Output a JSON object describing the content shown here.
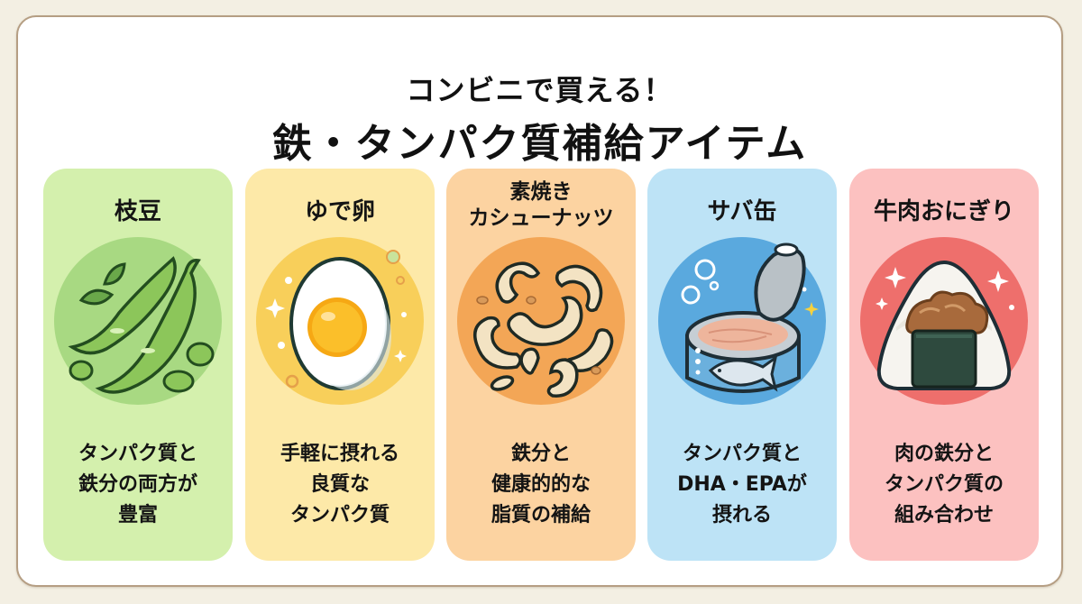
{
  "header": {
    "subtitle": "コンビニで買える！",
    "title": "鉄・タンパク質補給アイテム"
  },
  "cards": [
    {
      "name": "枝豆",
      "title_lines": [
        "枝豆"
      ],
      "icon": "edamame-icon",
      "desc_lines": [
        "タンパク質と",
        "鉄分の両方が",
        "豊富"
      ],
      "bg": "#d4f0ad",
      "circle": "#a8d982"
    },
    {
      "name": "ゆで卵",
      "title_lines": [
        "ゆで卵"
      ],
      "icon": "boiled-egg-icon",
      "desc_lines": [
        "手軽に摂れる",
        "良質な",
        "タンパク質"
      ],
      "bg": "#fde9a8",
      "circle": "#f8cf5a"
    },
    {
      "name": "素焼きカシューナッツ",
      "title_lines": [
        "素焼き",
        "カシューナッツ"
      ],
      "icon": "cashew-nuts-icon",
      "desc_lines": [
        "鉄分と",
        "健康的的な",
        "脂質の補給"
      ],
      "bg": "#fcd3a1",
      "circle": "#f3a656"
    },
    {
      "name": "サバ缶",
      "title_lines": [
        "サバ缶"
      ],
      "icon": "mackerel-can-icon",
      "desc_lines": [
        "タンパク質と",
        "DHA・EPAが",
        "摂れる"
      ],
      "bg": "#bde3f6",
      "circle": "#5aa9de"
    },
    {
      "name": "牛肉おにぎり",
      "title_lines": [
        "牛肉おにぎり"
      ],
      "icon": "beef-onigiri-icon",
      "desc_lines": [
        "肉の鉄分と",
        "タンパク質の",
        "組み合わせ"
      ],
      "bg": "#fcc1c0",
      "circle": "#ee6f6c"
    }
  ]
}
